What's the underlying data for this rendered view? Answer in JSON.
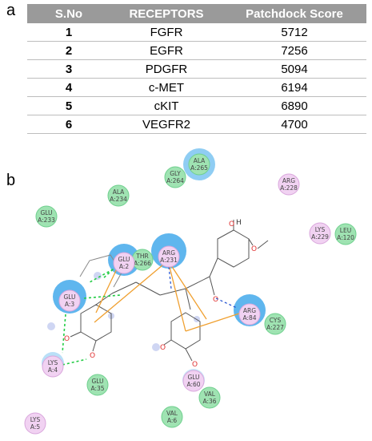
{
  "panel_a": {
    "label": "a",
    "headers": [
      "S.No",
      "RECEPTORS",
      "Patchdock Score"
    ],
    "rows": [
      {
        "sno": "1",
        "receptor": "FGFR",
        "score": "5712"
      },
      {
        "sno": "2",
        "receptor": "EGFR",
        "score": "7256"
      },
      {
        "sno": "3",
        "receptor": "PDGFR",
        "score": "5094"
      },
      {
        "sno": "4",
        "receptor": "c-MET",
        "score": "6194"
      },
      {
        "sno": "5",
        "receptor": "cKIT",
        "score": "6890"
      },
      {
        "sno": "6",
        "receptor": "VEGFR2",
        "score": "4700"
      }
    ]
  },
  "panel_b": {
    "label": "b",
    "residues": [
      {
        "id": "ala265",
        "line1": "ALA",
        "line2": "A:265",
        "color": "green",
        "halo": true
      },
      {
        "id": "gly264",
        "line1": "GLY",
        "line2": "A:264",
        "color": "green",
        "halo": false
      },
      {
        "id": "arg228",
        "line1": "ARG",
        "line2": "A:228",
        "color": "pink",
        "halo": false
      },
      {
        "id": "ala234",
        "line1": "ALA",
        "line2": "A:234",
        "color": "green",
        "halo": false
      },
      {
        "id": "glu233",
        "line1": "GLU",
        "line2": "A:233",
        "color": "green",
        "halo": false
      },
      {
        "id": "lys229",
        "line1": "LYS",
        "line2": "A:229",
        "color": "pink",
        "halo": false
      },
      {
        "id": "leu120",
        "line1": "LEU",
        "line2": "A:120",
        "color": "green",
        "halo": false
      },
      {
        "id": "arg231",
        "line1": "ARG",
        "line2": "A:231",
        "color": "pink",
        "halo": true
      },
      {
        "id": "glu2",
        "line1": "GLU",
        "line2": "A:2",
        "color": "pink",
        "halo": true
      },
      {
        "id": "thr266",
        "line1": "THR",
        "line2": "A:266",
        "color": "green",
        "halo": false
      },
      {
        "id": "glu3",
        "line1": "GLU",
        "line2": "A:3",
        "color": "pink",
        "halo": true
      },
      {
        "id": "arg84",
        "line1": "ARG",
        "line2": "A:84",
        "color": "pink",
        "halo": true
      },
      {
        "id": "cys227",
        "line1": "CYS",
        "line2": "A:227",
        "color": "green",
        "halo": false
      },
      {
        "id": "lys4",
        "line1": "LYS",
        "line2": "A:4",
        "color": "pink",
        "halo": false
      },
      {
        "id": "glu35",
        "line1": "GLU",
        "line2": "A:35",
        "color": "green",
        "halo": false
      },
      {
        "id": "glu60",
        "line1": "GLU",
        "line2": "A:60",
        "color": "pink",
        "halo": false
      },
      {
        "id": "val36",
        "line1": "VAL",
        "line2": "A:36",
        "color": "green",
        "halo": false
      },
      {
        "id": "val6",
        "line1": "VAL",
        "line2": "A:6",
        "color": "green",
        "halo": false
      },
      {
        "id": "lys5",
        "line1": "LYS",
        "line2": "A:5",
        "color": "pink",
        "halo": false
      }
    ],
    "atoms": {
      "oxygen": "O",
      "hydrogen": "H"
    },
    "colors": {
      "green_fill": "#9fe3b2",
      "green_stroke": "#6fd08e",
      "pink_fill": "#f1d2f2",
      "pink_stroke": "#d9a6dc",
      "halo": "#8fcdf3",
      "halo_core": "#4aaeea",
      "hbond": "#22cc44",
      "orange": "#f0a030",
      "blue": "#1f4fd0",
      "bond": "#555555",
      "oxygen": "#e03030"
    }
  }
}
